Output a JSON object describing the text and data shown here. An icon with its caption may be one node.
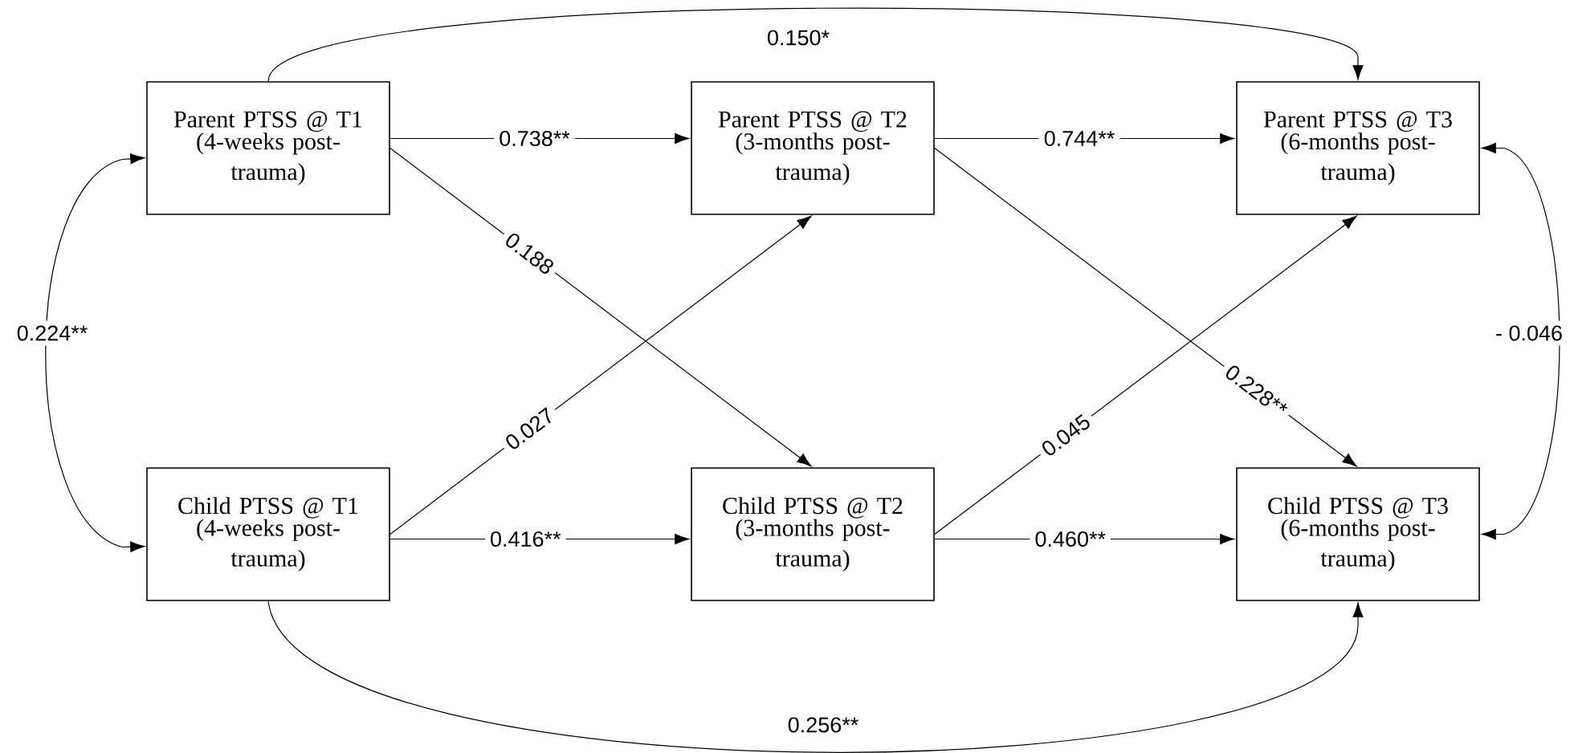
{
  "diagram": {
    "nodes": [
      {
        "text": [
          "Parent PTSS @ T1",
          "(4-weeks post-trauma)"
        ]
      },
      {
        "text": [
          "Parent PTSS @ T2",
          "(3-months post-trauma)"
        ]
      },
      {
        "text": [
          "Parent PTSS @ T3",
          "(6-months post-trauma)"
        ]
      },
      {
        "text": [
          "Child PTSS @ T1",
          "(4-weeks post-trauma)"
        ]
      },
      {
        "text": [
          "Child PTSS @ T2",
          "(3-months post-trauma)"
        ]
      },
      {
        "text": [
          "Child PTSS @ T3",
          "(6-months post-trauma)"
        ]
      }
    ],
    "edges": [
      {
        "from": 0,
        "to": 1,
        "arrow": "to",
        "label": "0.738**"
      },
      {
        "from": 1,
        "to": 2,
        "arrow": "to",
        "label": "0.744**"
      },
      {
        "from": 3,
        "to": 4,
        "arrow": "to",
        "label": "0.416**"
      },
      {
        "from": 4,
        "to": 5,
        "arrow": "to",
        "label": "0.460**"
      },
      {
        "from": 0,
        "to": 4,
        "arrow": "to",
        "label": "0.188"
      },
      {
        "from": 3,
        "to": 1,
        "arrow": "to",
        "label": "0.027"
      },
      {
        "from": 1,
        "to": 5,
        "arrow": "to",
        "label": "0.228**"
      },
      {
        "from": 4,
        "to": 2,
        "arrow": "to",
        "label": "0.045"
      },
      {
        "from": 0,
        "to": 2,
        "arrow": "to",
        "label": "0.150*"
      },
      {
        "from": 3,
        "to": 5,
        "arrow": "to",
        "label": "0.256**"
      },
      {
        "from": 0,
        "to": 3,
        "arrow": "both",
        "label": "0.224**"
      },
      {
        "from": 2,
        "to": 5,
        "arrow": "both",
        "label": "- 0.046"
      }
    ]
  }
}
